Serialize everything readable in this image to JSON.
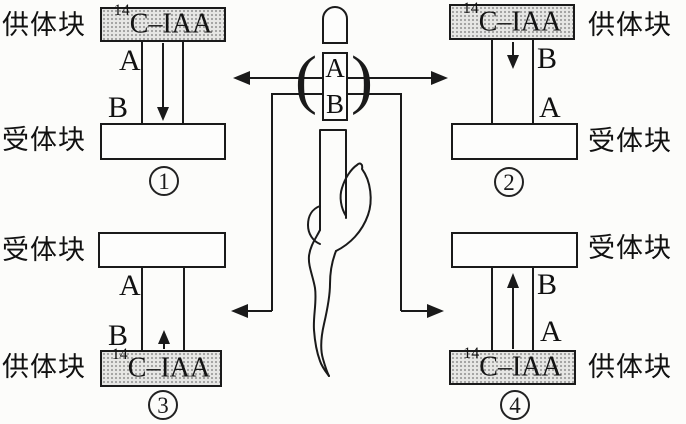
{
  "colors": {
    "line": "#1a1a1a",
    "donor_block_fill": "#e6e6e4",
    "donor_block_dots": "#8f8f8f",
    "background": "#fcfcfa"
  },
  "center": {
    "segment_upper": "A",
    "segment_lower": "B",
    "paren_left": "(",
    "paren_right": ")",
    "shapes": [
      "coleoptile-tip-dome",
      "excised-segment",
      "seedling-base-with-leaf"
    ]
  },
  "setups": [
    {
      "number": "1",
      "position": "top-left",
      "donor_label": "供体块",
      "receiver_label": "受体块",
      "isotope_sup": "14",
      "isotope_text": "C–IAA",
      "upper_letter": "A",
      "lower_letter": "B",
      "arrow_direction": "down",
      "arrow_extent": "full"
    },
    {
      "number": "2",
      "position": "top-right",
      "donor_label": "供体块",
      "receiver_label": "受体块",
      "isotope_sup": "14",
      "isotope_text": "C–IAA",
      "upper_letter": "B",
      "lower_letter": "A",
      "arrow_direction": "down",
      "arrow_extent": "short"
    },
    {
      "number": "3",
      "position": "bottom-left",
      "donor_label": "供体块",
      "receiver_label": "受体块",
      "isotope_sup": "14",
      "isotope_text": "C–IAA",
      "upper_letter": "A",
      "lower_letter": "B",
      "arrow_direction": "up",
      "arrow_extent": "short"
    },
    {
      "number": "4",
      "position": "bottom-right",
      "donor_label": "供体块",
      "receiver_label": "受体块",
      "isotope_sup": "14",
      "isotope_text": "C–IAA",
      "upper_letter": "B",
      "lower_letter": "A",
      "arrow_direction": "up",
      "arrow_extent": "full"
    }
  ]
}
